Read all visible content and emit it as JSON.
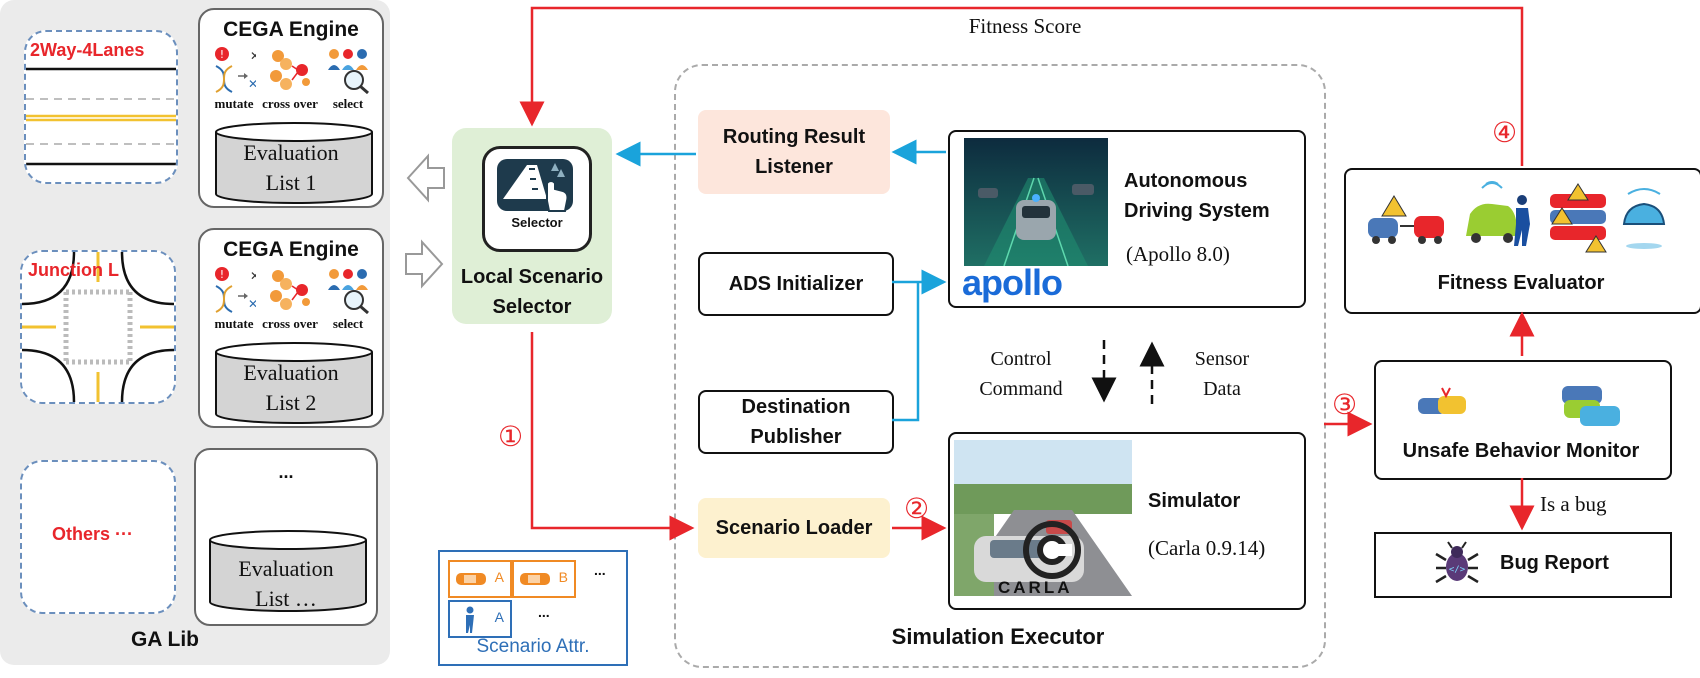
{
  "ga_lib": {
    "title": "GA Lib",
    "roads": [
      {
        "label": "2Way-4Lanes"
      },
      {
        "label": "Junction L"
      },
      {
        "label": "Others ···"
      }
    ],
    "engines": [
      {
        "title": "CEGA Engine",
        "ops": [
          "mutate",
          "cross over",
          "select"
        ],
        "list_line1": "Evaluation",
        "list_line2": "List 1"
      },
      {
        "title": "CEGA Engine",
        "ops": [
          "mutate",
          "cross over",
          "select"
        ],
        "list_line1": "Evaluation",
        "list_line2": "List 2"
      },
      {
        "title": "...",
        "list_line1": "Evaluation",
        "list_line2": "List …"
      }
    ]
  },
  "selector": {
    "icon_text": "Selector",
    "line1": "Local Scenario",
    "line2": "Selector"
  },
  "scenario_attr": {
    "label": "Scenario Attr.",
    "item_a": "A",
    "item_b": "B",
    "item_c": "A",
    "ellipsis1": "...",
    "ellipsis2": "..."
  },
  "sim_executor": {
    "title": "Simulation Executor",
    "routing": {
      "line1": "Routing Result",
      "line2": "Listener"
    },
    "ads_init": "ADS Initializer",
    "dest": {
      "line1": "Destination",
      "line2": "Publisher"
    },
    "loader": "Scenario Loader",
    "ads": {
      "line1": "Autonomous",
      "line2": "Driving System",
      "version": "(Apollo 8.0)",
      "logo": "apollo"
    },
    "control": {
      "line1": "Control",
      "line2": "Command"
    },
    "sensor": {
      "line1": "Sensor",
      "line2": "Data"
    },
    "simulator": {
      "name": "Simulator",
      "version": "(Carla 0.9.14)",
      "logo": "CARLA"
    }
  },
  "fitness_score": "Fitness Score",
  "evaluator": "Fitness Evaluator",
  "monitor": "Unsafe Behavior Monitor",
  "is_bug": "Is a bug",
  "bug_report": "Bug Report",
  "steps": {
    "s1": "①",
    "s2": "②",
    "s3": "③",
    "s4": "④"
  },
  "colors": {
    "red": "#e8262b",
    "blue": "#1aa3db",
    "orange_box": "#fde6dc",
    "yellow_box": "#fdf1cf",
    "green_box": "#dfefd6",
    "attr_blue": "#2e6fb7"
  }
}
